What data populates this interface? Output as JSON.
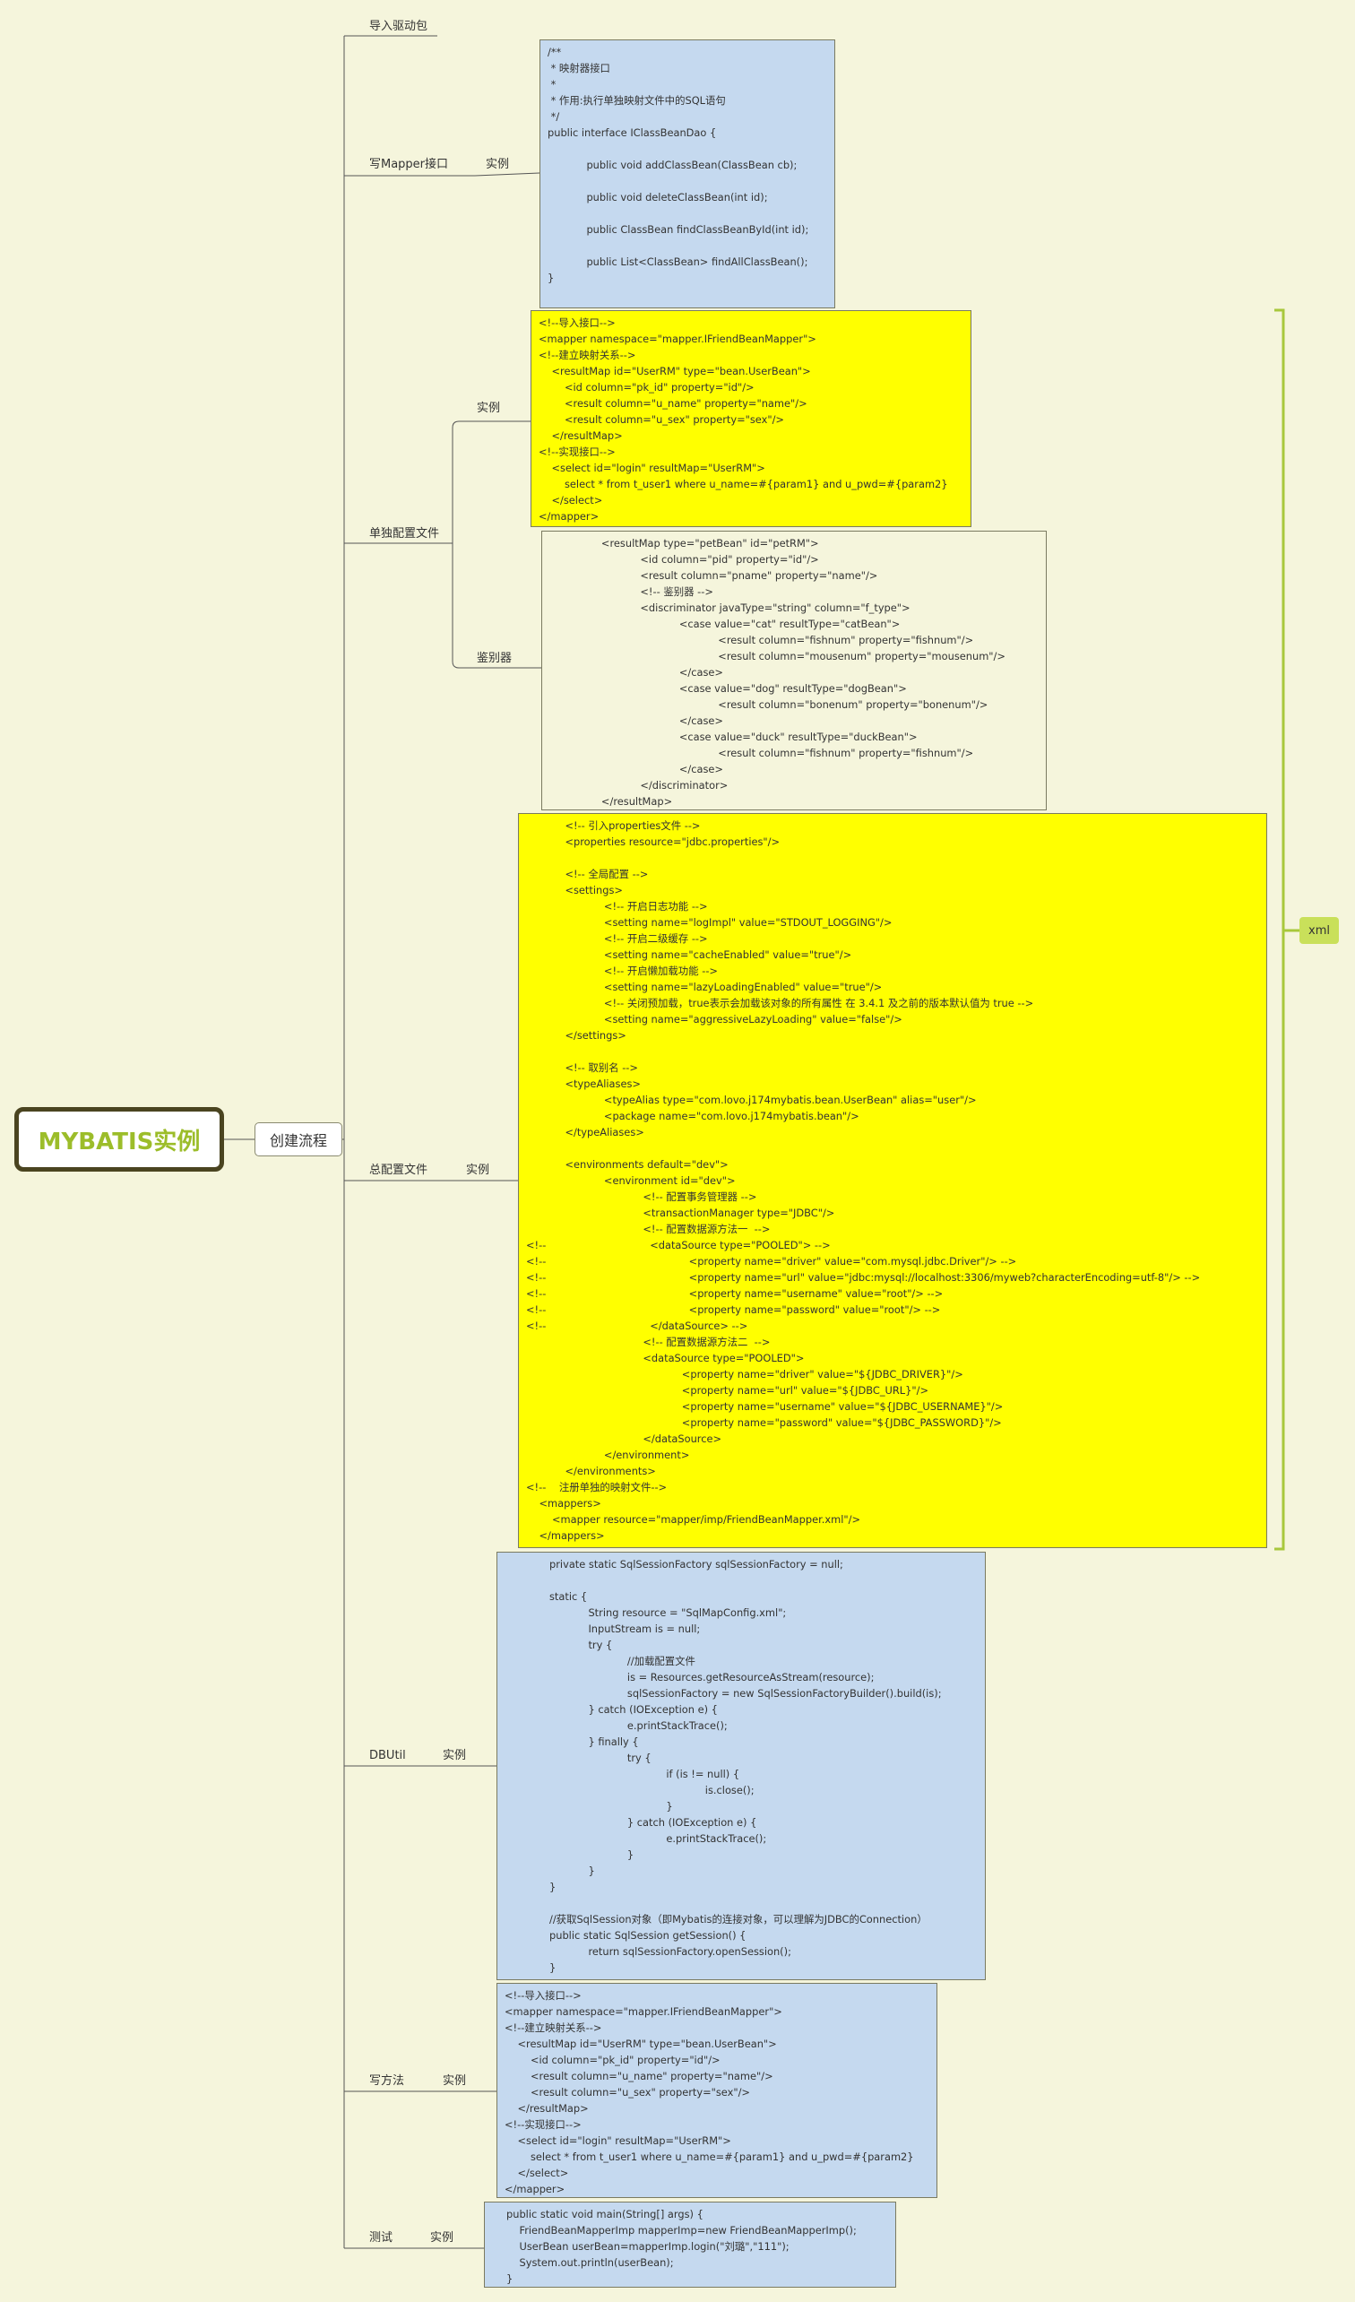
{
  "root": "MYBATIS实例",
  "flow": "创建流程",
  "branches": {
    "driver": "导入驱动包",
    "mapper": "写Mapper接口",
    "single": "单独配置文件",
    "total": "总配置文件",
    "dbutil": "DBUtil",
    "method": "写方法",
    "test": "测试"
  },
  "sub": {
    "example": "实例",
    "discriminator": "鉴别器"
  },
  "xml_tag": "xml",
  "code": {
    "mapper_iface": "/**\n * 映射器接口\n *\n * 作用:执行单独映射文件中的SQL语句\n */\npublic interface IClassBeanDao {\n\n            public void addClassBean(ClassBean cb);\n\n            public void deleteClassBean(int id);\n\n            public ClassBean findClassBeanById(int id);\n\n            public List<ClassBean> findAllClassBean();\n}",
    "single_example": "<!--导入接口-->\n<mapper namespace=\"mapper.IFriendBeanMapper\">\n<!--建立映射关系-->\n    <resultMap id=\"UserRM\" type=\"bean.UserBean\">\n        <id column=\"pk_id\" property=\"id\"/>\n        <result column=\"u_name\" property=\"name\"/>\n        <result column=\"u_sex\" property=\"sex\"/>\n    </resultMap>\n<!--实现接口-->\n    <select id=\"login\" resultMap=\"UserRM\">\n        select * from t_user1 where u_name=#{param1} and u_pwd=#{param2}\n    </select>\n</mapper>",
    "discriminator": "                <resultMap type=\"petBean\" id=\"petRM\">\n                            <id column=\"pid\" property=\"id\"/>\n                            <result column=\"pname\" property=\"name\"/>\n                            <!-- 鉴别器 -->\n                            <discriminator javaType=\"string\" column=\"f_type\">\n                                        <case value=\"cat\" resultType=\"catBean\">\n                                                    <result column=\"fishnum\" property=\"fishnum\"/>\n                                                    <result column=\"mousenum\" property=\"mousenum\"/>\n                                        </case>\n                                        <case value=\"dog\" resultType=\"dogBean\">\n                                                    <result column=\"bonenum\" property=\"bonenum\"/>\n                                        </case>\n                                        <case value=\"duck\" resultType=\"duckBean\">\n                                                    <result column=\"fishnum\" property=\"fishnum\"/>\n                                        </case>\n                            </discriminator>\n                </resultMap>",
    "total_config": "            <!-- 引入properties文件 -->\n            <properties resource=\"jdbc.properties\"/>\n\n            <!-- 全局配置 -->\n            <settings>\n                        <!-- 开启日志功能 -->\n                        <setting name=\"logImpl\" value=\"STDOUT_LOGGING\"/>\n                        <!-- 开启二级缓存 -->\n                        <setting name=\"cacheEnabled\" value=\"true\"/>\n                        <!-- 开启懒加载功能 -->\n                        <setting name=\"lazyLoadingEnabled\" value=\"true\"/>\n                        <!-- 关闭预加载，true表示会加载该对象的所有属性 在 3.4.1 及之前的版本默认值为 true -->\n                        <setting name=\"aggressiveLazyLoading\" value=\"false\"/>\n            </settings>\n\n            <!-- 取别名 -->\n            <typeAliases>\n                        <typeAlias type=\"com.lovo.j174mybatis.bean.UserBean\" alias=\"user\"/>\n                        <package name=\"com.lovo.j174mybatis.bean\"/>\n            </typeAliases>\n\n            <environments default=\"dev\">\n                        <environment id=\"dev\">\n                                    <!-- 配置事务管理器 -->\n                                    <transactionManager type=\"JDBC\"/>\n                                    <!-- 配置数据源方法一  -->\n<!--                                <dataSource type=\"POOLED\"> -->\n<!--                                            <property name=\"driver\" value=\"com.mysql.jdbc.Driver\"/> -->\n<!--                                            <property name=\"url\" value=\"jdbc:mysql://localhost:3306/myweb?characterEncoding=utf-8\"/> -->\n<!--                                            <property name=\"username\" value=\"root\"/> -->\n<!--                                            <property name=\"password\" value=\"root\"/> -->\n<!--                                </dataSource> -->\n                                    <!-- 配置数据源方法二  -->\n                                    <dataSource type=\"POOLED\">\n                                                <property name=\"driver\" value=\"${JDBC_DRIVER}\"/>\n                                                <property name=\"url\" value=\"${JDBC_URL}\"/>\n                                                <property name=\"username\" value=\"${JDBC_USERNAME}\"/>\n                                                <property name=\"password\" value=\"${JDBC_PASSWORD}\"/>\n                                    </dataSource>\n                        </environment>\n            </environments>\n<!--    注册单独的映射文件-->\n    <mappers>\n        <mapper resource=\"mapper/imp/FriendBeanMapper.xml\"/>\n    </mappers>",
    "dbutil": "private static SqlSessionFactory sqlSessionFactory = null;\n\nstatic {\n            String resource = \"SqlMapConfig.xml\";\n            InputStream is = null;\n            try {\n                        //加载配置文件\n                        is = Resources.getResourceAsStream(resource);\n                        sqlSessionFactory = new SqlSessionFactoryBuilder().build(is);\n            } catch (IOException e) {\n                        e.printStackTrace();\n            } finally {\n                        try {\n                                    if (is != null) {\n                                                is.close();\n                                    }\n                        } catch (IOException e) {\n                                    e.printStackTrace();\n                        }\n            }\n}\n\n//获取SqlSession对象（即Mybatis的连接对象，可以理解为JDBC的Connection）\npublic static SqlSession getSession() {\n            return sqlSessionFactory.openSession();\n}",
    "write_method": "<!--导入接口-->\n<mapper namespace=\"mapper.IFriendBeanMapper\">\n<!--建立映射关系-->\n    <resultMap id=\"UserRM\" type=\"bean.UserBean\">\n        <id column=\"pk_id\" property=\"id\"/>\n        <result column=\"u_name\" property=\"name\"/>\n        <result column=\"u_sex\" property=\"sex\"/>\n    </resultMap>\n<!--实现接口-->\n    <select id=\"login\" resultMap=\"UserRM\">\n        select * from t_user1 where u_name=#{param1} and u_pwd=#{param2}\n    </select>\n</mapper>",
    "test": "public static void main(String[] args) {\n    FriendBeanMapperImp mapperImp=new FriendBeanMapperImp();\n    UserBean userBean=mapperImp.login(\"刘璐\",\"111\");\n    System.out.println(userBean);\n}"
  }
}
